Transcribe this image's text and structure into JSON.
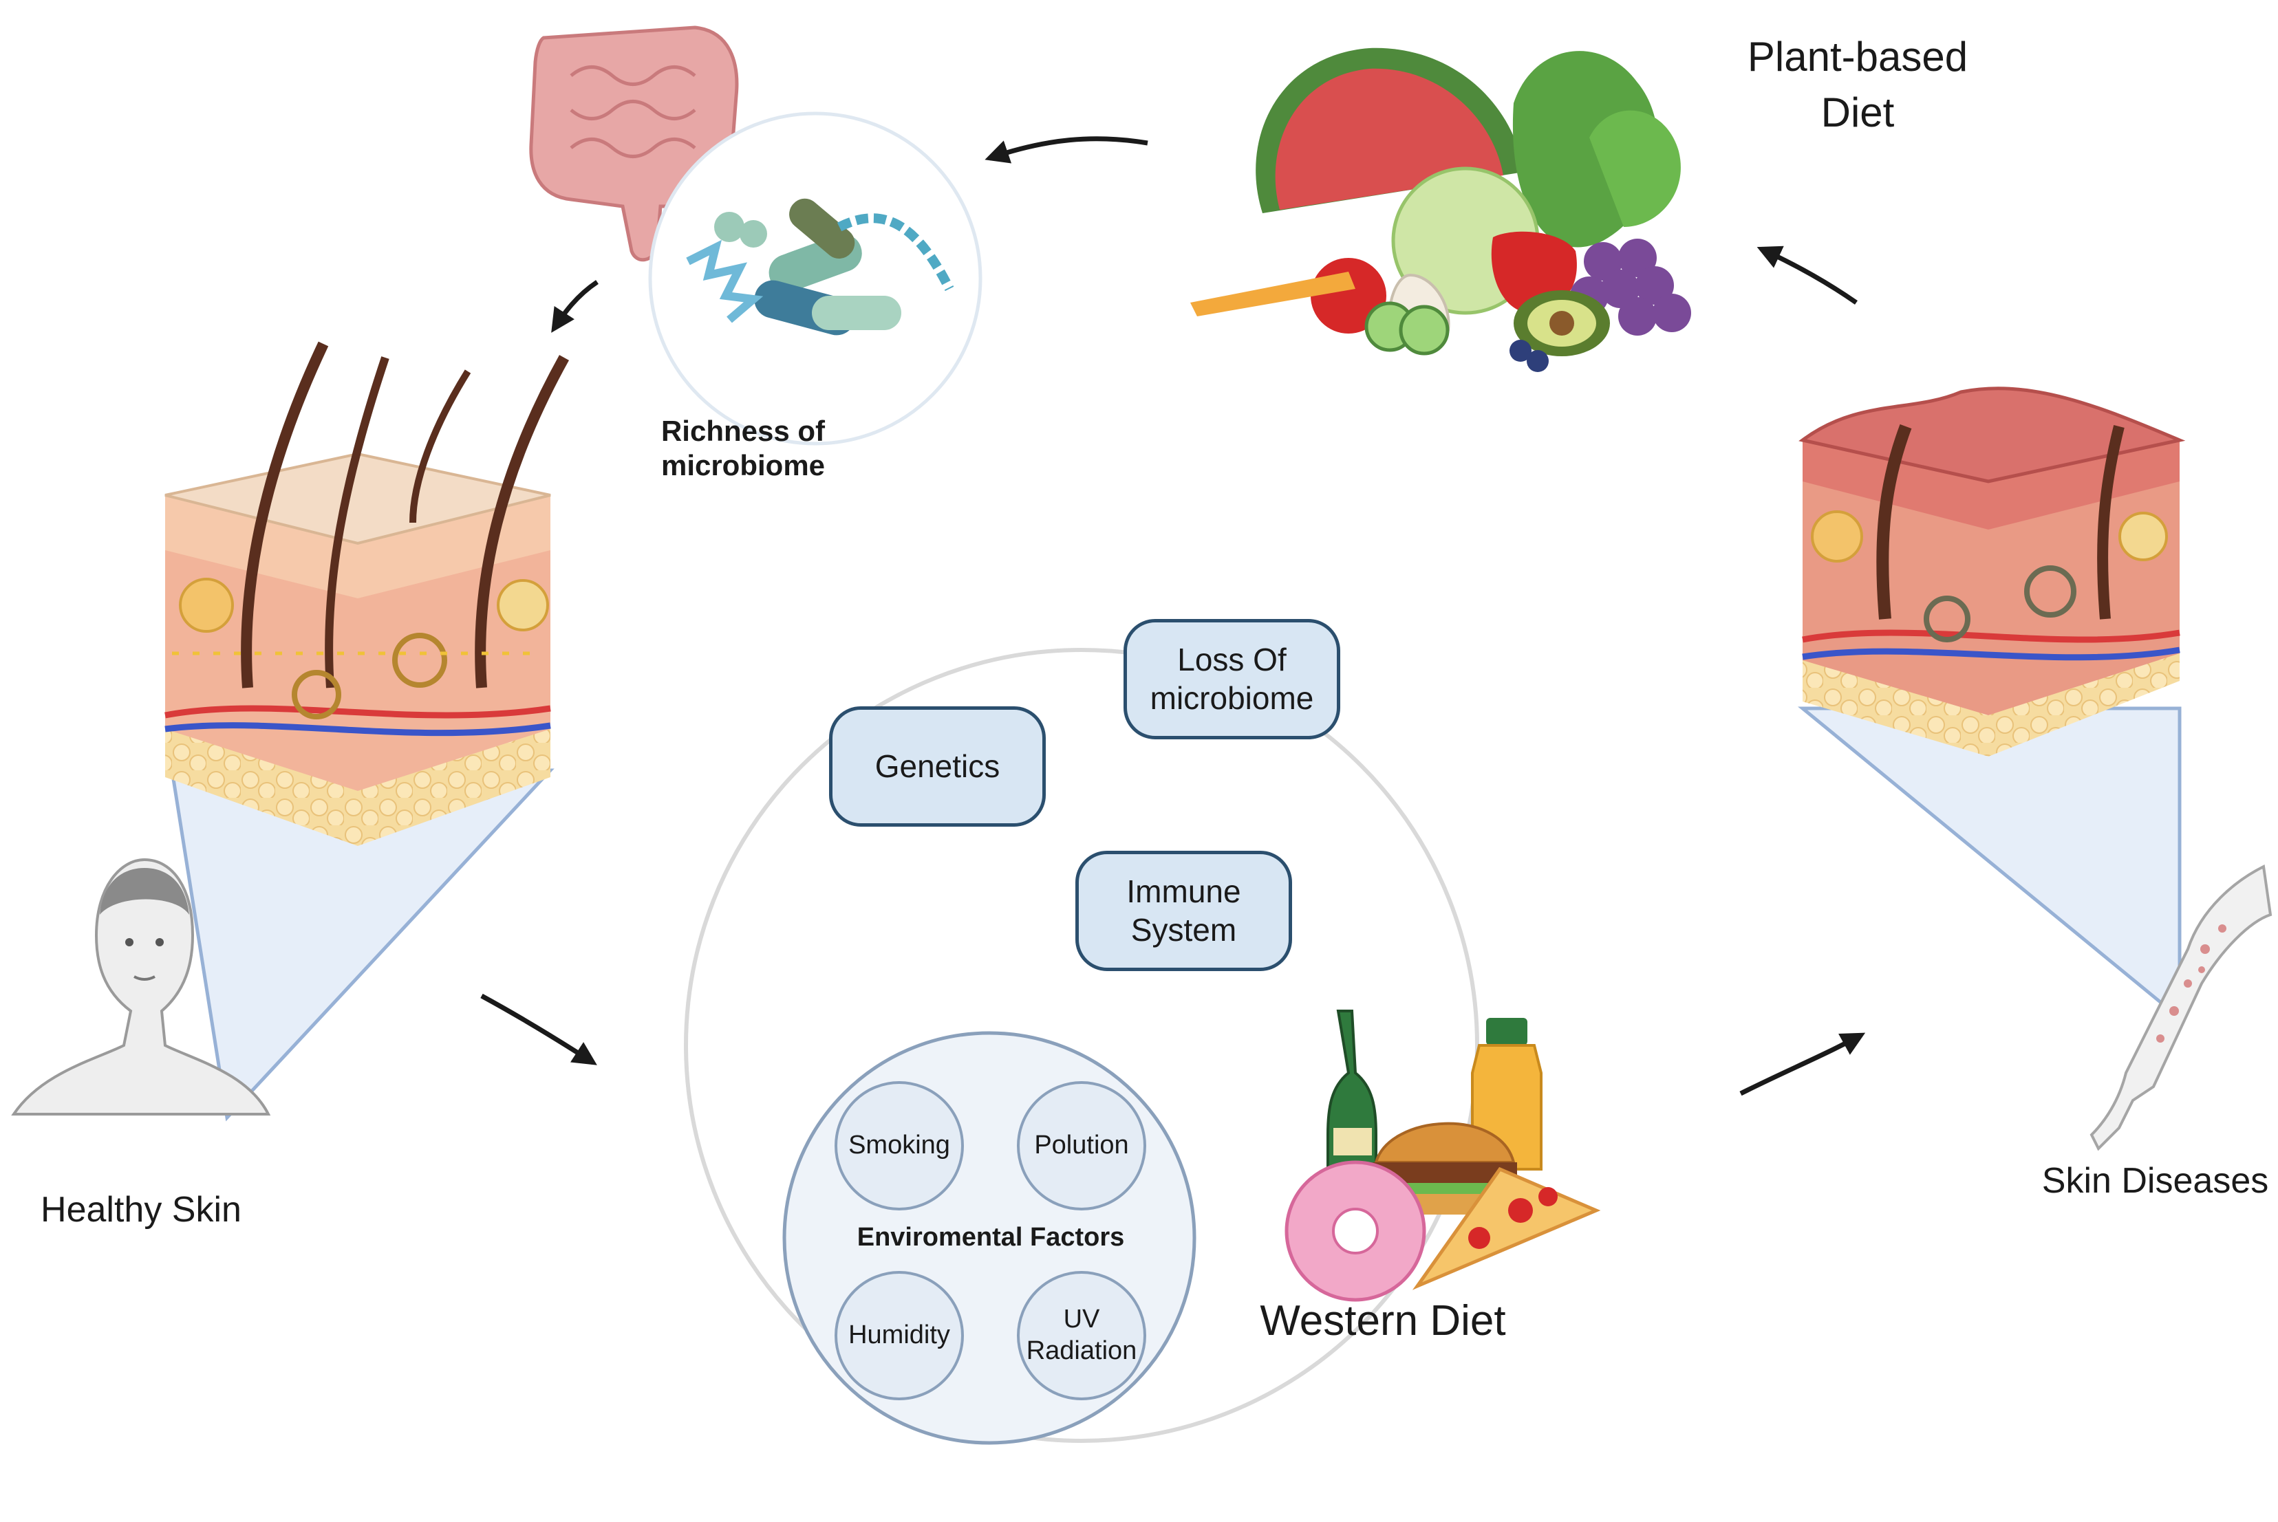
{
  "labels": {
    "plant_diet": "Plant-based\nDiet",
    "richness": "Richness of\nmicrobiome",
    "healthy_skin": "Healthy Skin",
    "skin_diseases": "Skin Diseases",
    "western_diet": "Western Diet"
  },
  "factors": {
    "loss_microbiome": "Loss Of\nmicrobiome",
    "genetics": "Genetics",
    "immune_system": "Immune\nSystem"
  },
  "environmental": {
    "title": "Enviromental Factors",
    "smoking": "Smoking",
    "polution": "Polution",
    "humidity": "Humidity",
    "uv_radiation": "UV\nRadiation"
  },
  "colors": {
    "arrow": "#1a1a1a",
    "pill_fill": "#d8e6f3",
    "pill_border": "#2b4f6e",
    "circle_border": "#d9d9d9",
    "env_fill": "#e4ecf5",
    "env_border": "#8aa0bb",
    "skin_wedge": "#e6eef9"
  },
  "icons": [
    "intestine-icon",
    "bacteria-icon",
    "fruits-vegetables-icon",
    "skin-cross-section-icon",
    "diseased-skin-icon",
    "human-face-icon",
    "arm-rash-icon",
    "junk-food-icon"
  ]
}
